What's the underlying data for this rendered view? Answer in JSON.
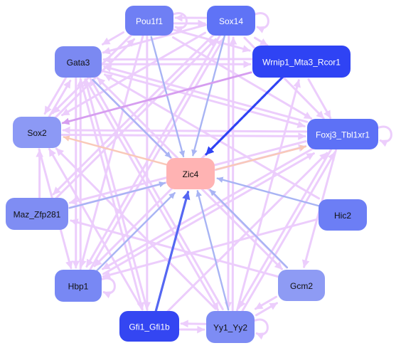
{
  "nodes": [
    {
      "id": "pou1f1",
      "label": "Pou1f1",
      "fill": "#6f7ff4",
      "text": "#ffffff"
    },
    {
      "id": "sox14",
      "label": "Sox14",
      "fill": "#5f73f6",
      "text": "#ffffff"
    },
    {
      "id": "gata3",
      "label": "Gata3",
      "fill": "#7b89f2",
      "text": "#111111"
    },
    {
      "id": "wrnip1",
      "label": "Wrnip1_Mta3_Rcor1",
      "fill": "#2f43f4",
      "text": "#ffffff"
    },
    {
      "id": "sox2",
      "label": "Sox2",
      "fill": "#8c99f5",
      "text": "#111111"
    },
    {
      "id": "foxj3",
      "label": "Foxj3_Tbl1xr1",
      "fill": "#5d71f6",
      "text": "#ffffff"
    },
    {
      "id": "zic4",
      "label": "Zic4",
      "fill": "#ffb3b3",
      "text": "#111111"
    },
    {
      "id": "maz",
      "label": "Maz_Zfp281",
      "fill": "#7f8df3",
      "text": "#111111"
    },
    {
      "id": "hic2",
      "label": "Hic2",
      "fill": "#6c7ef5",
      "text": "#111111"
    },
    {
      "id": "hbp1",
      "label": "Hbp1",
      "fill": "#7888f4",
      "text": "#111111"
    },
    {
      "id": "gcm2",
      "label": "Gcm2",
      "fill": "#8e9bf4",
      "text": "#111111"
    },
    {
      "id": "gfi1",
      "label": "Gfi1_Gfi1b",
      "fill": "#3446f2",
      "text": "#ffffff"
    },
    {
      "id": "yy1",
      "label": "Yy1_Yy2",
      "fill": "#7d8cf4",
      "text": "#111111"
    }
  ],
  "colors": {
    "edge_default": "#eccdfc",
    "edge_to_zic4": "#a8b4f4",
    "edge_from_wrnip1": "#2f43f4",
    "edge_from_gfi1": "#5567f2",
    "edge_to_sox2_strong": "#d69ef0",
    "edge_zic4_to_sox2": "#f9c9b8",
    "edge_zic4_to_foxj3": "#f9c9b8"
  },
  "edges": [
    {
      "from": "wrnip1",
      "to": "zic4",
      "color": "edge_from_wrnip1",
      "w": 3.2,
      "dashed": true
    },
    {
      "from": "gfi1",
      "to": "zic4",
      "color": "edge_from_gfi1",
      "w": 3.2
    },
    {
      "from": "pou1f1",
      "to": "zic4",
      "color": "edge_to_zic4",
      "w": 2.4
    },
    {
      "from": "sox14",
      "to": "zic4",
      "color": "edge_to_zic4",
      "w": 2.4
    },
    {
      "from": "gata3",
      "to": "zic4",
      "color": "edge_to_zic4",
      "w": 2.4
    },
    {
      "from": "maz",
      "to": "zic4",
      "color": "edge_to_zic4",
      "w": 2.4
    },
    {
      "from": "hic2",
      "to": "zic4",
      "color": "edge_to_zic4",
      "w": 2.4
    },
    {
      "from": "hbp1",
      "to": "zic4",
      "color": "edge_to_zic4",
      "w": 2.4
    },
    {
      "from": "gcm2",
      "to": "zic4",
      "color": "edge_to_zic4",
      "w": 2.4
    },
    {
      "from": "yy1",
      "to": "zic4",
      "color": "edge_to_zic4",
      "w": 2.4
    },
    {
      "from": "zic4",
      "to": "sox2",
      "color": "edge_zic4_to_sox2",
      "w": 2.4
    },
    {
      "from": "zic4",
      "to": "foxj3",
      "color": "edge_zic4_to_foxj3",
      "w": 2.4
    },
    {
      "from": "wrnip1",
      "to": "sox2",
      "color": "edge_to_sox2_strong",
      "w": 2.8
    },
    {
      "from": "pou1f1",
      "to": "sox14",
      "color": "edge_default",
      "w": 3
    },
    {
      "from": "sox14",
      "to": "pou1f1",
      "color": "edge_default",
      "w": 3
    },
    {
      "from": "pou1f1",
      "to": "gata3",
      "color": "edge_default",
      "w": 3
    },
    {
      "from": "pou1f1",
      "to": "wrnip1",
      "color": "edge_default",
      "w": 3
    },
    {
      "from": "pou1f1",
      "to": "sox2",
      "color": "edge_default",
      "w": 3
    },
    {
      "from": "pou1f1",
      "to": "foxj3",
      "color": "edge_default",
      "w": 3
    },
    {
      "from": "pou1f1",
      "to": "hbp1",
      "color": "edge_default",
      "w": 3
    },
    {
      "from": "pou1f1",
      "to": "gfi1",
      "color": "edge_default",
      "w": 3
    },
    {
      "from": "sox14",
      "to": "gata3",
      "color": "edge_default",
      "w": 3
    },
    {
      "from": "sox14",
      "to": "wrnip1",
      "color": "edge_default",
      "w": 3
    },
    {
      "from": "sox14",
      "to": "sox2",
      "color": "edge_default",
      "w": 3
    },
    {
      "from": "sox14",
      "to": "foxj3",
      "color": "edge_default",
      "w": 3
    },
    {
      "from": "sox14",
      "to": "maz",
      "color": "edge_default",
      "w": 3
    },
    {
      "from": "sox14",
      "to": "hbp1",
      "color": "edge_default",
      "w": 3
    },
    {
      "from": "sox14",
      "to": "yy1",
      "color": "edge_default",
      "w": 3
    },
    {
      "from": "gata3",
      "to": "wrnip1",
      "color": "edge_default",
      "w": 3
    },
    {
      "from": "gata3",
      "to": "sox2",
      "color": "edge_default",
      "w": 3
    },
    {
      "from": "gata3",
      "to": "foxj3",
      "color": "edge_default",
      "w": 3
    },
    {
      "from": "gata3",
      "to": "hbp1",
      "color": "edge_default",
      "w": 3
    },
    {
      "from": "gata3",
      "to": "gcm2",
      "color": "edge_default",
      "w": 3
    },
    {
      "from": "gata3",
      "to": "yy1",
      "color": "edge_default",
      "w": 3
    },
    {
      "from": "gata3",
      "to": "gfi1",
      "color": "edge_default",
      "w": 3
    },
    {
      "from": "wrnip1",
      "to": "foxj3",
      "color": "edge_default",
      "w": 3
    },
    {
      "from": "wrnip1",
      "to": "gata3",
      "color": "edge_default",
      "w": 3
    },
    {
      "from": "wrnip1",
      "to": "hbp1",
      "color": "edge_default",
      "w": 3
    },
    {
      "from": "sox2",
      "to": "foxj3",
      "color": "edge_default",
      "w": 3
    },
    {
      "from": "sox2",
      "to": "pou1f1",
      "color": "edge_default",
      "w": 3
    },
    {
      "from": "sox2",
      "to": "gata3",
      "color": "edge_default",
      "w": 3
    },
    {
      "from": "sox2",
      "to": "hbp1",
      "color": "edge_default",
      "w": 3
    },
    {
      "from": "foxj3",
      "to": "sox2",
      "color": "edge_default",
      "w": 3
    },
    {
      "from": "foxj3",
      "to": "gata3",
      "color": "edge_default",
      "w": 3
    },
    {
      "from": "foxj3",
      "to": "hbp1",
      "color": "edge_default",
      "w": 3
    },
    {
      "from": "foxj3",
      "to": "gcm2",
      "color": "edge_default",
      "w": 3
    },
    {
      "from": "foxj3",
      "to": "yy1",
      "color": "edge_default",
      "w": 3
    },
    {
      "from": "foxj3",
      "to": "maz",
      "color": "edge_default",
      "w": 3
    },
    {
      "from": "maz",
      "to": "sox2",
      "color": "edge_default",
      "w": 3
    },
    {
      "from": "maz",
      "to": "foxj3",
      "color": "edge_default",
      "w": 3
    },
    {
      "from": "maz",
      "to": "sox14",
      "color": "edge_default",
      "w": 3
    },
    {
      "from": "hic2",
      "to": "gata3",
      "color": "edge_default",
      "w": 3
    },
    {
      "from": "hic2",
      "to": "hbp1",
      "color": "edge_default",
      "w": 3
    },
    {
      "from": "hbp1",
      "to": "sox14",
      "color": "edge_default",
      "w": 3
    },
    {
      "from": "hbp1",
      "to": "foxj3",
      "color": "edge_default",
      "w": 3
    },
    {
      "from": "hbp1",
      "to": "gata3",
      "color": "edge_default",
      "w": 3
    },
    {
      "from": "gcm2",
      "to": "gata3",
      "color": "edge_default",
      "w": 3
    },
    {
      "from": "gcm2",
      "to": "maz",
      "color": "edge_default",
      "w": 3
    },
    {
      "from": "gcm2",
      "to": "yy1",
      "color": "edge_default",
      "w": 3
    },
    {
      "from": "gfi1",
      "to": "sox2",
      "color": "edge_default",
      "w": 3
    },
    {
      "from": "gfi1",
      "to": "gata3",
      "color": "edge_default",
      "w": 3
    },
    {
      "from": "gfi1",
      "to": "foxj3",
      "color": "edge_default",
      "w": 3
    },
    {
      "from": "gfi1",
      "to": "yy1",
      "color": "edge_default",
      "w": 3
    },
    {
      "from": "yy1",
      "to": "gfi1",
      "color": "edge_default",
      "w": 3
    },
    {
      "from": "yy1",
      "to": "sox2",
      "color": "edge_default",
      "w": 3
    },
    {
      "from": "yy1",
      "to": "gata3",
      "color": "edge_default",
      "w": 3
    },
    {
      "from": "yy1",
      "to": "wrnip1",
      "color": "edge_default",
      "w": 3
    },
    {
      "from": "yy1",
      "to": "foxj3",
      "color": "edge_default",
      "w": 3
    },
    {
      "from": "yy1",
      "to": "gcm2",
      "color": "edge_default",
      "w": 3
    },
    {
      "from": "yy1",
      "to": "sox14",
      "color": "edge_default",
      "w": 3
    },
    {
      "from": "sox14",
      "to": "sox14",
      "color": "edge_default",
      "w": 3
    },
    {
      "from": "pou1f1",
      "to": "pou1f1",
      "color": "edge_default",
      "w": 3
    },
    {
      "from": "foxj3",
      "to": "foxj3",
      "color": "edge_default",
      "w": 3
    },
    {
      "from": "hbp1",
      "to": "hbp1",
      "color": "edge_default",
      "w": 3
    },
    {
      "from": "yy1",
      "to": "yy1",
      "color": "edge_default",
      "w": 3
    }
  ]
}
